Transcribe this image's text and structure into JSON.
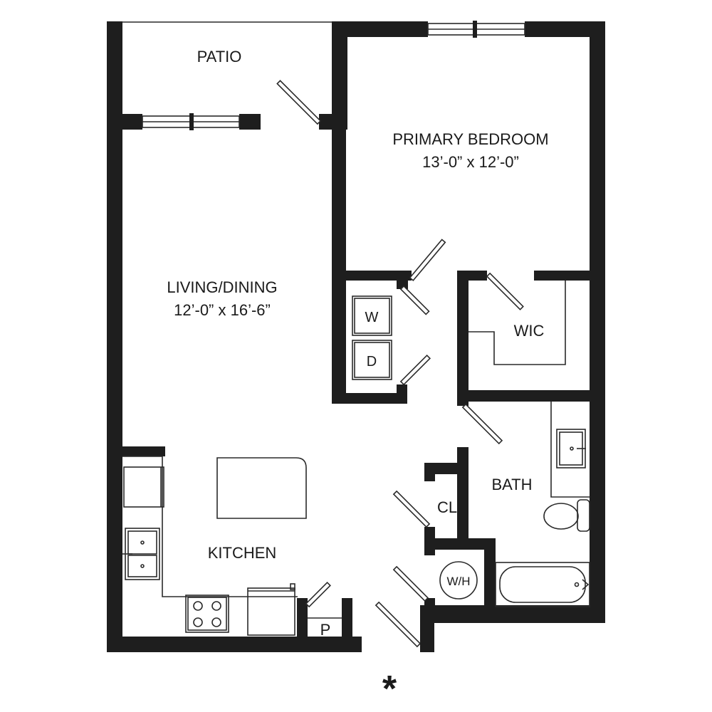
{
  "rooms": {
    "patio": {
      "name": "PATIO"
    },
    "primary_bedroom": {
      "name": "PRIMARY BEDROOM",
      "dims": "13’-0” x 12’-0”"
    },
    "living_dining": {
      "name": "LIVING/DINING",
      "dims": "12’-0” x 16’-6”"
    },
    "kitchen": {
      "name": "KITCHEN"
    },
    "wic": {
      "name": "WIC"
    },
    "bath": {
      "name": "BATH"
    },
    "closet": {
      "name": "CL"
    },
    "pantry": {
      "name": "P"
    }
  },
  "appliances": {
    "washer": "W",
    "dryer": "D",
    "water_heater": "W/H"
  },
  "entry_marker": "*",
  "colors": {
    "wall": "#1e1e1e",
    "line": "#2a2a2a",
    "background": "#ffffff"
  }
}
